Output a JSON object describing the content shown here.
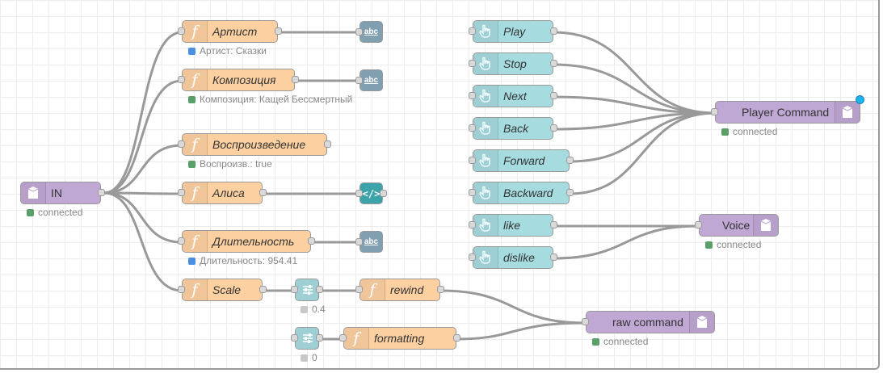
{
  "nodes": {
    "in": {
      "label": "IN",
      "status": "connected"
    },
    "artist": {
      "label": "Артист",
      "status": "Артист: Сказки"
    },
    "composition": {
      "label": "Композиция",
      "status": "Композиция: Кащей Бессмертный"
    },
    "playback": {
      "label": "Воспроизведение",
      "status": "Воспроизв.: true"
    },
    "alisa": {
      "label": "Алиса"
    },
    "duration": {
      "label": "Длительность",
      "status": "Длительность: 954.41"
    },
    "scale": {
      "label": "Scale"
    },
    "range1": {
      "status": "0.4"
    },
    "rewind": {
      "label": "rewind"
    },
    "range2": {
      "status": "0"
    },
    "formatting": {
      "label": "formatting"
    },
    "play": {
      "label": "Play"
    },
    "stop": {
      "label": "Stop"
    },
    "next": {
      "label": "Next"
    },
    "back": {
      "label": "Back"
    },
    "forward": {
      "label": "Forward"
    },
    "backward": {
      "label": "Backward"
    },
    "like": {
      "label": "like"
    },
    "dislike": {
      "label": "dislike"
    },
    "player_command": {
      "label": "Player Command",
      "status": "connected"
    },
    "voice": {
      "label": "Voice",
      "status": "connected"
    },
    "raw_command": {
      "label": "raw command",
      "status": "connected"
    },
    "debug_label": "abc"
  },
  "colors": {
    "function": "#fdd0a2",
    "dashboard": "#a6dbe0",
    "home_assistant": "#c0a8d4",
    "debug": "#87a9bb",
    "status_connected": "#5a9e6a",
    "status_blue": "#4a90e2",
    "wire": "#999999"
  },
  "icons": [
    "function-icon",
    "hand-pointer-icon",
    "home-assistant-icon",
    "debug-text-icon",
    "range-slider-icon",
    "code-format-icon"
  ]
}
